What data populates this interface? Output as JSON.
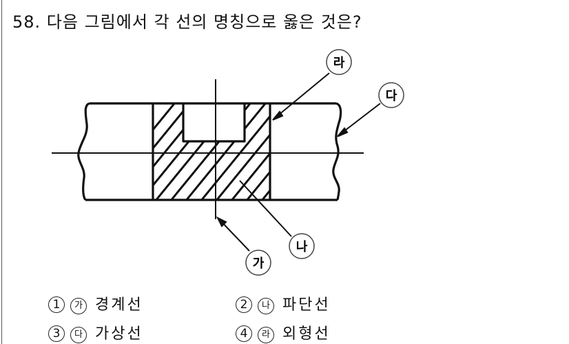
{
  "question": {
    "number": "58.",
    "text": "58. 다음 그림에서 각 선의 명칭으로 옳은 것은?"
  },
  "figure": {
    "labels": {
      "ga": "가",
      "na": "나",
      "da": "다",
      "ra": "라"
    },
    "line_color": "#111111"
  },
  "choices": [
    {
      "number": "1",
      "mark": "가",
      "text": "경계선"
    },
    {
      "number": "2",
      "mark": "나",
      "text": "파단선"
    },
    {
      "number": "3",
      "mark": "다",
      "text": "가상선"
    },
    {
      "number": "4",
      "mark": "라",
      "text": "외형선"
    }
  ]
}
